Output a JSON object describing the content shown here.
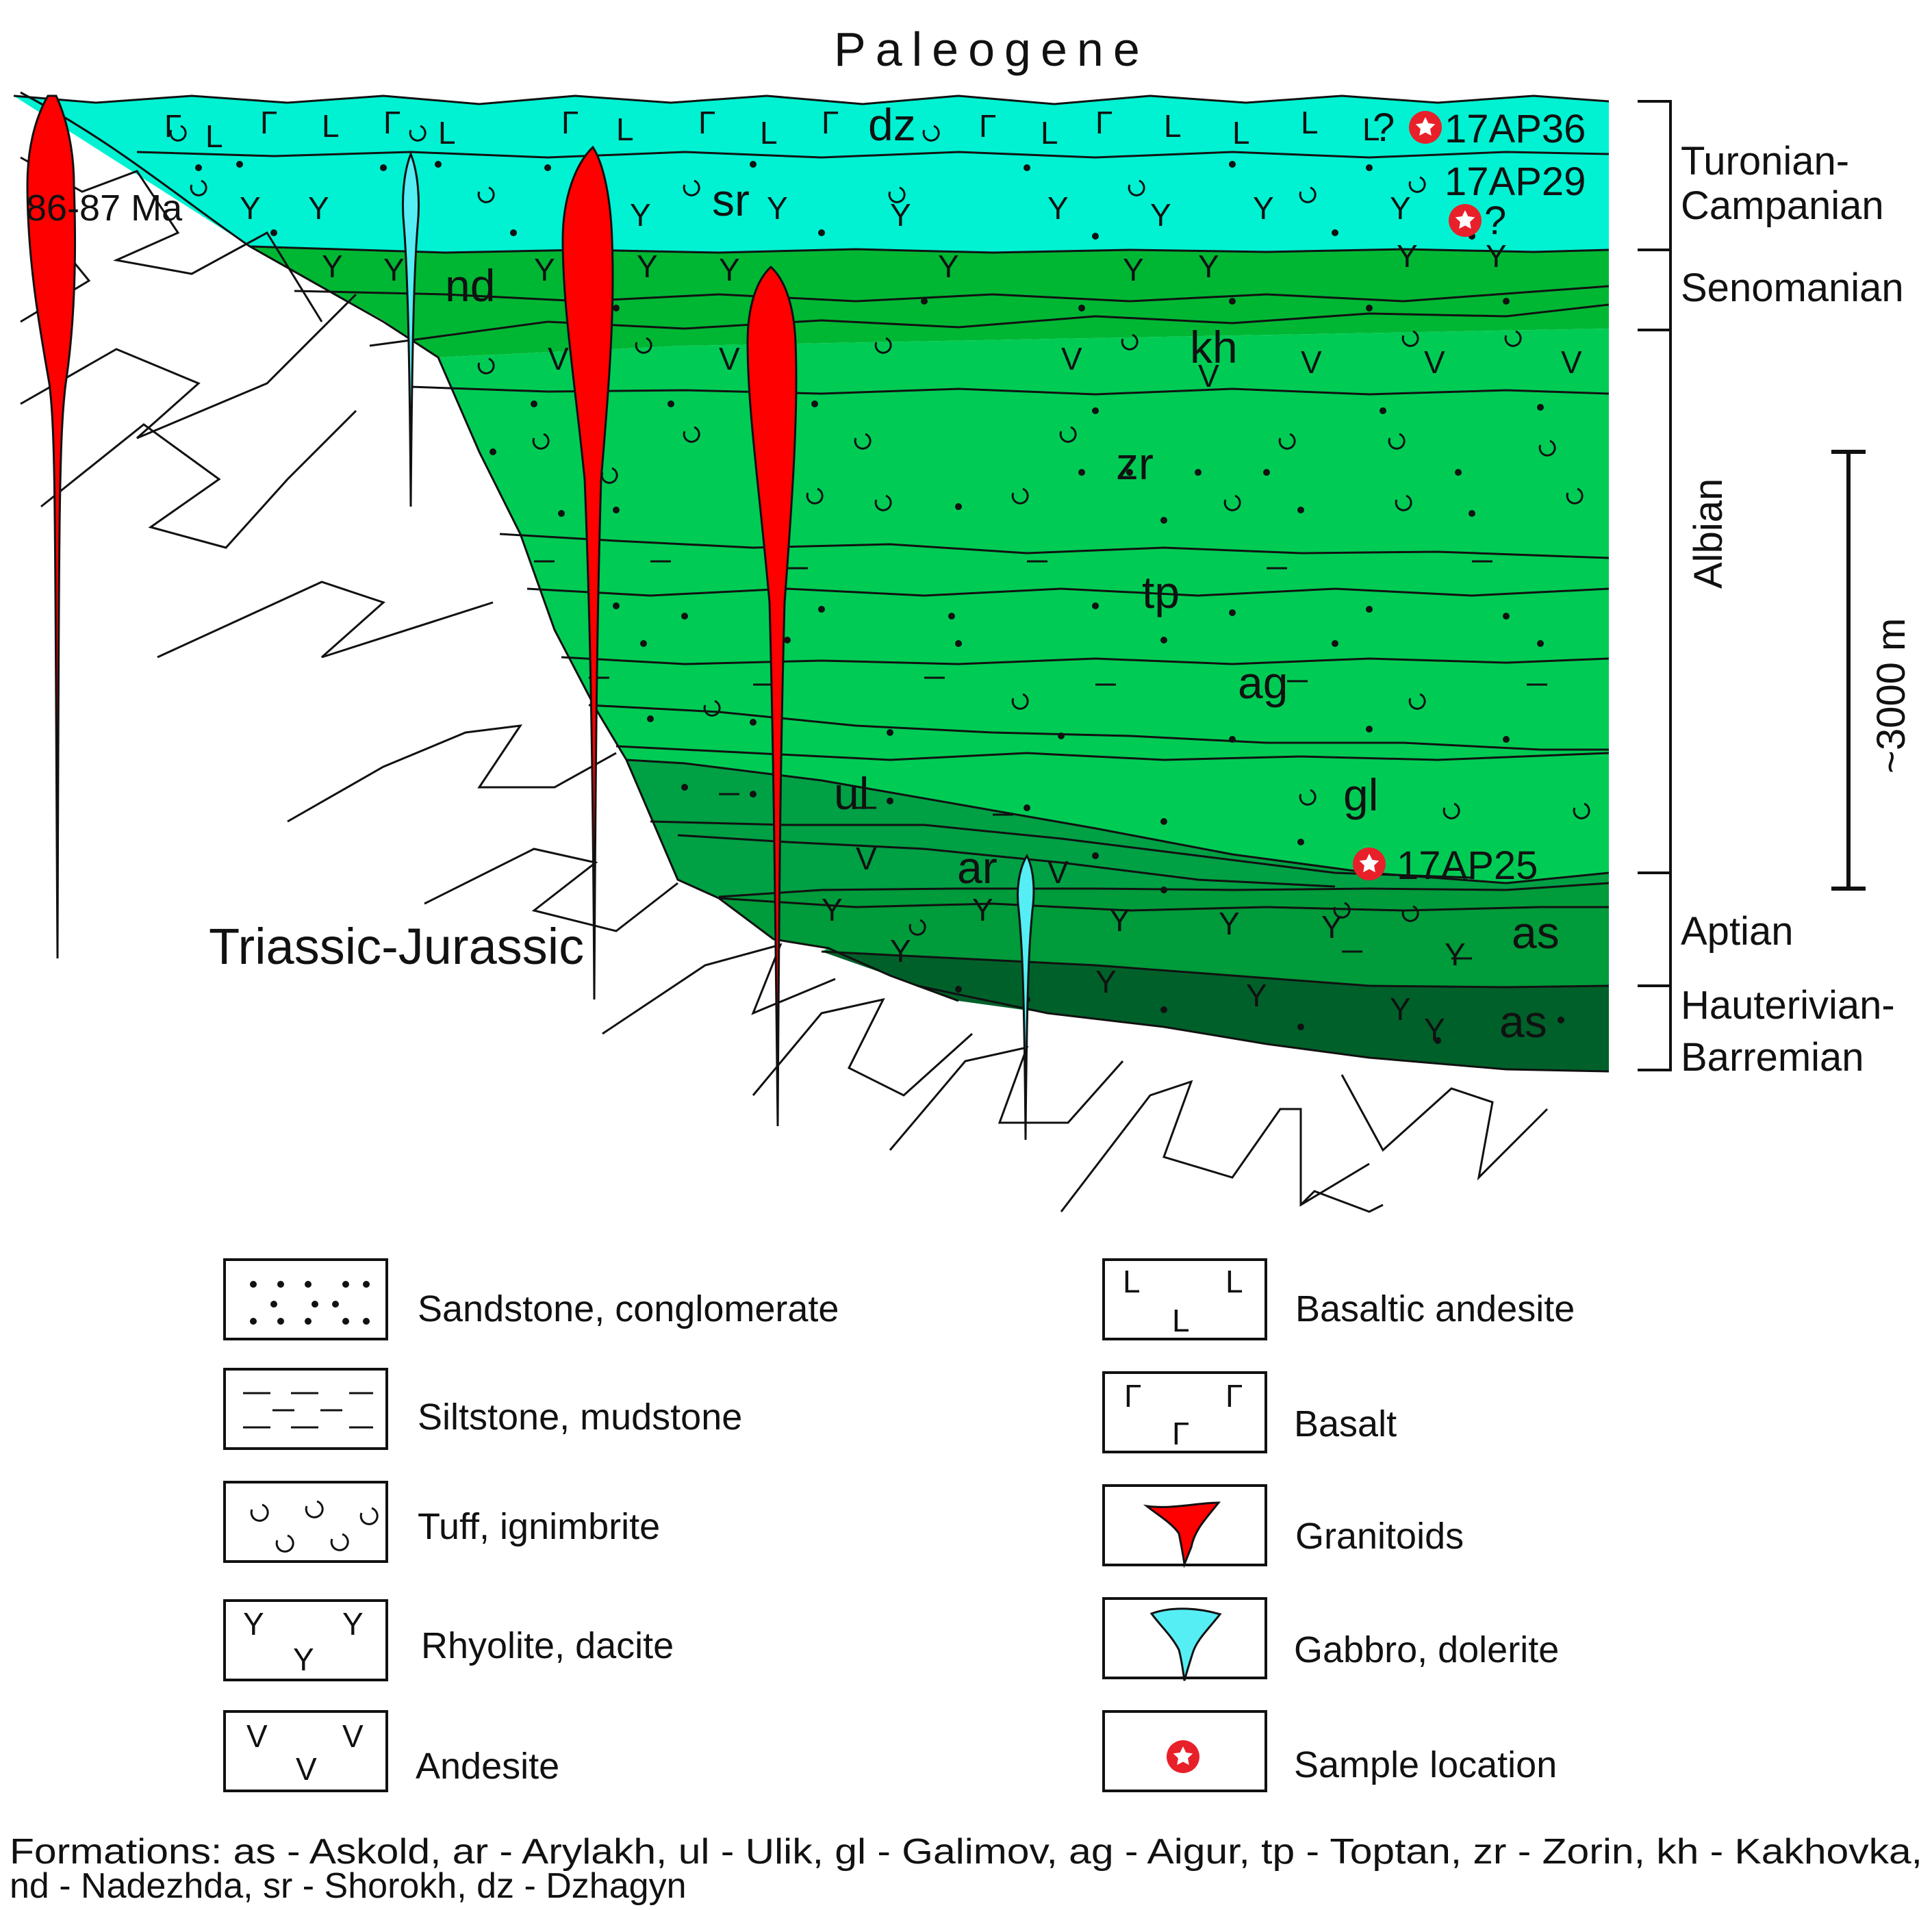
{
  "top_label": "Paleogene",
  "basement_label": "Triassic-Jurassic",
  "intrusion_age": "86-87 Ma",
  "formations": [
    "dz",
    "sr",
    "nd",
    "kh",
    "zr",
    "tp",
    "ag",
    "gl",
    "ul",
    "ar",
    "as",
    "as"
  ],
  "samples": [
    {
      "id": "17AP36",
      "uncertain": "?"
    },
    {
      "id": "17AP29",
      "uncertain": "?"
    },
    {
      "id": "17AP25"
    }
  ],
  "stages": [
    "Turonian-\nCampanian",
    "Senomanian",
    "Albian",
    "Aptian",
    "Hauterivian-\nBarremian"
  ],
  "stage_lines": {
    "turonian": [
      "Turonian-",
      "Campanian"
    ],
    "hauterivian": [
      "Hauterivian-",
      "Barremian"
    ]
  },
  "scale_label": "~3000 m",
  "colors": {
    "upper": "#00f2d2",
    "senomanian": "#00b734",
    "albian": "#00cc55",
    "lower_albian": "#00a044",
    "aptian": "#009b3a",
    "hauterivian": "#00602a",
    "granitoid": "#ff0000",
    "gabbro": "#55eef5",
    "sample": "#e8202a"
  },
  "legend": [
    {
      "label": "Sandstone, conglomerate",
      "pattern": "dots"
    },
    {
      "label": "Siltstone, mudstone",
      "pattern": "dashes"
    },
    {
      "label": "Tuff, ignimbrite",
      "pattern": "arcs"
    },
    {
      "label": "Rhyolite, dacite",
      "pattern": "Y"
    },
    {
      "label": "Andesite",
      "pattern": "V"
    },
    {
      "label": "Basaltic andesite",
      "pattern": "L"
    },
    {
      "label": "Basalt",
      "pattern": "Γ"
    },
    {
      "label": "Granitoids",
      "pattern": "red-intrusion"
    },
    {
      "label": "Gabbro, dolerite",
      "pattern": "cyan-intrusion"
    },
    {
      "label": "Sample location",
      "pattern": "star-circle"
    }
  ],
  "caption": [
    "Formations: as - Askold, ar - Arylakh, ul - Ulik, gl - Galimov, ag - Aigur, tp - Toptan, zr - Zorin, kh - Kakhovka,",
    "nd - Nadezhda, sr - Shorokh, dz - Dzhagyn"
  ]
}
